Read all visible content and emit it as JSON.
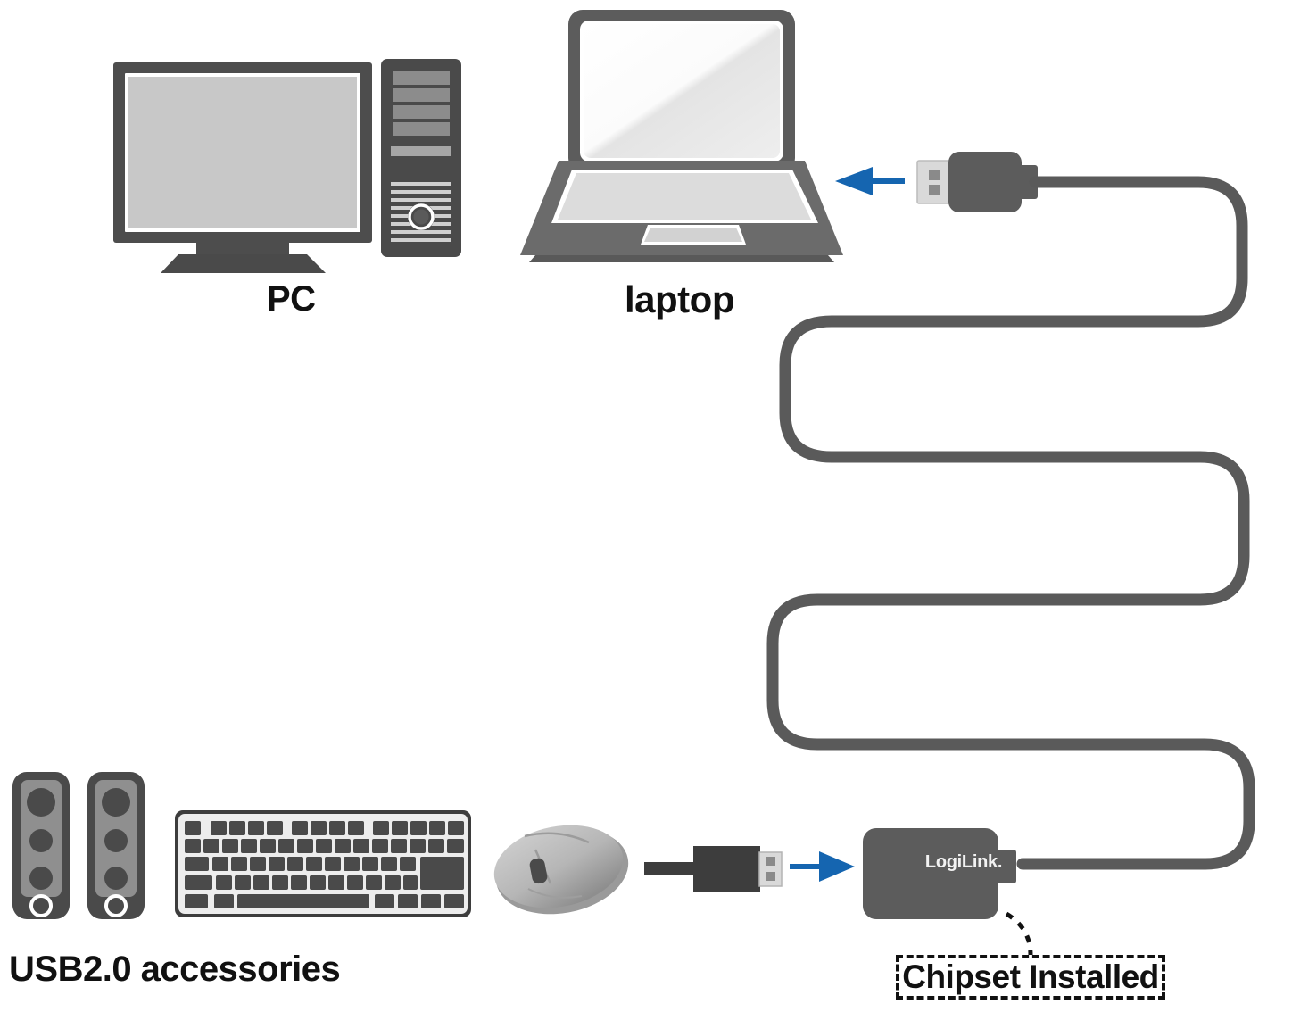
{
  "diagram": {
    "title": "USB 2.0 extension cable connection diagram",
    "background_color": "#ffffff"
  },
  "labels": {
    "pc": "PC",
    "laptop": "laptop",
    "accessories": "USB2.0 accessories",
    "chipset": "Chipset Installed",
    "brand": "LogiLink."
  },
  "colors": {
    "device_dark": "#4d4d4d",
    "device_darker": "#3f3f3f",
    "screen_light": "#c8c8c8",
    "screen_white": "#f2f2f2",
    "cable": "#5a5a5a",
    "arrow_blue": "#1565b0",
    "connector_metal": "#d9d9d9",
    "key_dark": "#4a4a4a",
    "keyboard_body": "#ededed",
    "text": "#111111",
    "speaker_panel": "#8f8f8f",
    "mouse_light": "#b3b3b3"
  },
  "nodes": [
    {
      "id": "pc",
      "label": "PC",
      "icon": "desktop-computer-icon"
    },
    {
      "id": "laptop",
      "label": "laptop",
      "icon": "laptop-icon"
    },
    {
      "id": "speakers",
      "label": "USB2.0 accessories",
      "icon": "speakers-icon"
    },
    {
      "id": "keyboard",
      "label": "",
      "icon": "keyboard-icon"
    },
    {
      "id": "mouse",
      "label": "",
      "icon": "mouse-icon"
    },
    {
      "id": "hub",
      "label": "LogiLink.",
      "icon": "usb-hub-icon"
    }
  ],
  "connectors": [
    {
      "id": "usb-plug-to-laptop",
      "type": "usb-a-plug",
      "direction": "left",
      "arrow": true
    },
    {
      "id": "usb-plug-to-hub",
      "type": "usb-a-plug",
      "direction": "right",
      "arrow": true
    }
  ],
  "annotations": [
    {
      "id": "chipset-callout",
      "text": "Chipset Installed",
      "style": "dashed-box",
      "points_to": "hub"
    }
  ]
}
